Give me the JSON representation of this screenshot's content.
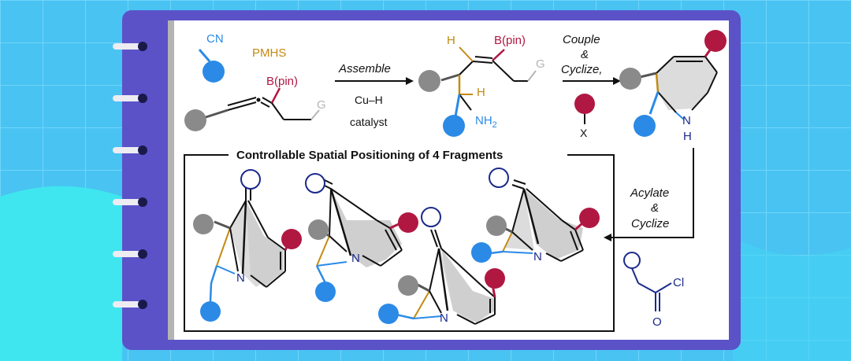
{
  "labels": {
    "cn": "CN",
    "pmhs": "PMHS",
    "bpin_a": "B(pin)",
    "g_a": "G",
    "assemble": "Assemble",
    "cuh": "Cu–H",
    "catalyst": "catalyst",
    "h_top": "H",
    "bpin_b": "B(pin)",
    "g_b": "G",
    "h_mid": "H",
    "nh2": "NH",
    "nh2_sub": "2",
    "couple": "Couple",
    "amp1": "&",
    "cyclize1": "Cyclize,",
    "x": "X",
    "nh_n": "N",
    "nh_h": "H",
    "box_title": "Controllable Spatial Positioning of 4 Fragments",
    "acylate": "Acylate",
    "amp2": "&",
    "cyclize2": "Cyclize",
    "cl": "Cl",
    "o": "O",
    "n1": "N",
    "n2": "N",
    "n3": "N",
    "n4": "N"
  },
  "colors": {
    "background": "#4cc8f5",
    "notebook": "#5b52c8",
    "blue_fragment": "#2b8ae6",
    "gray_fragment": "#8a8a8a",
    "red_fragment": "#b01842",
    "gold_bond": "#c48a12",
    "navy": "#1a2a8a",
    "boron_red": "#b01842",
    "pmhs_gold": "#c48a12"
  }
}
